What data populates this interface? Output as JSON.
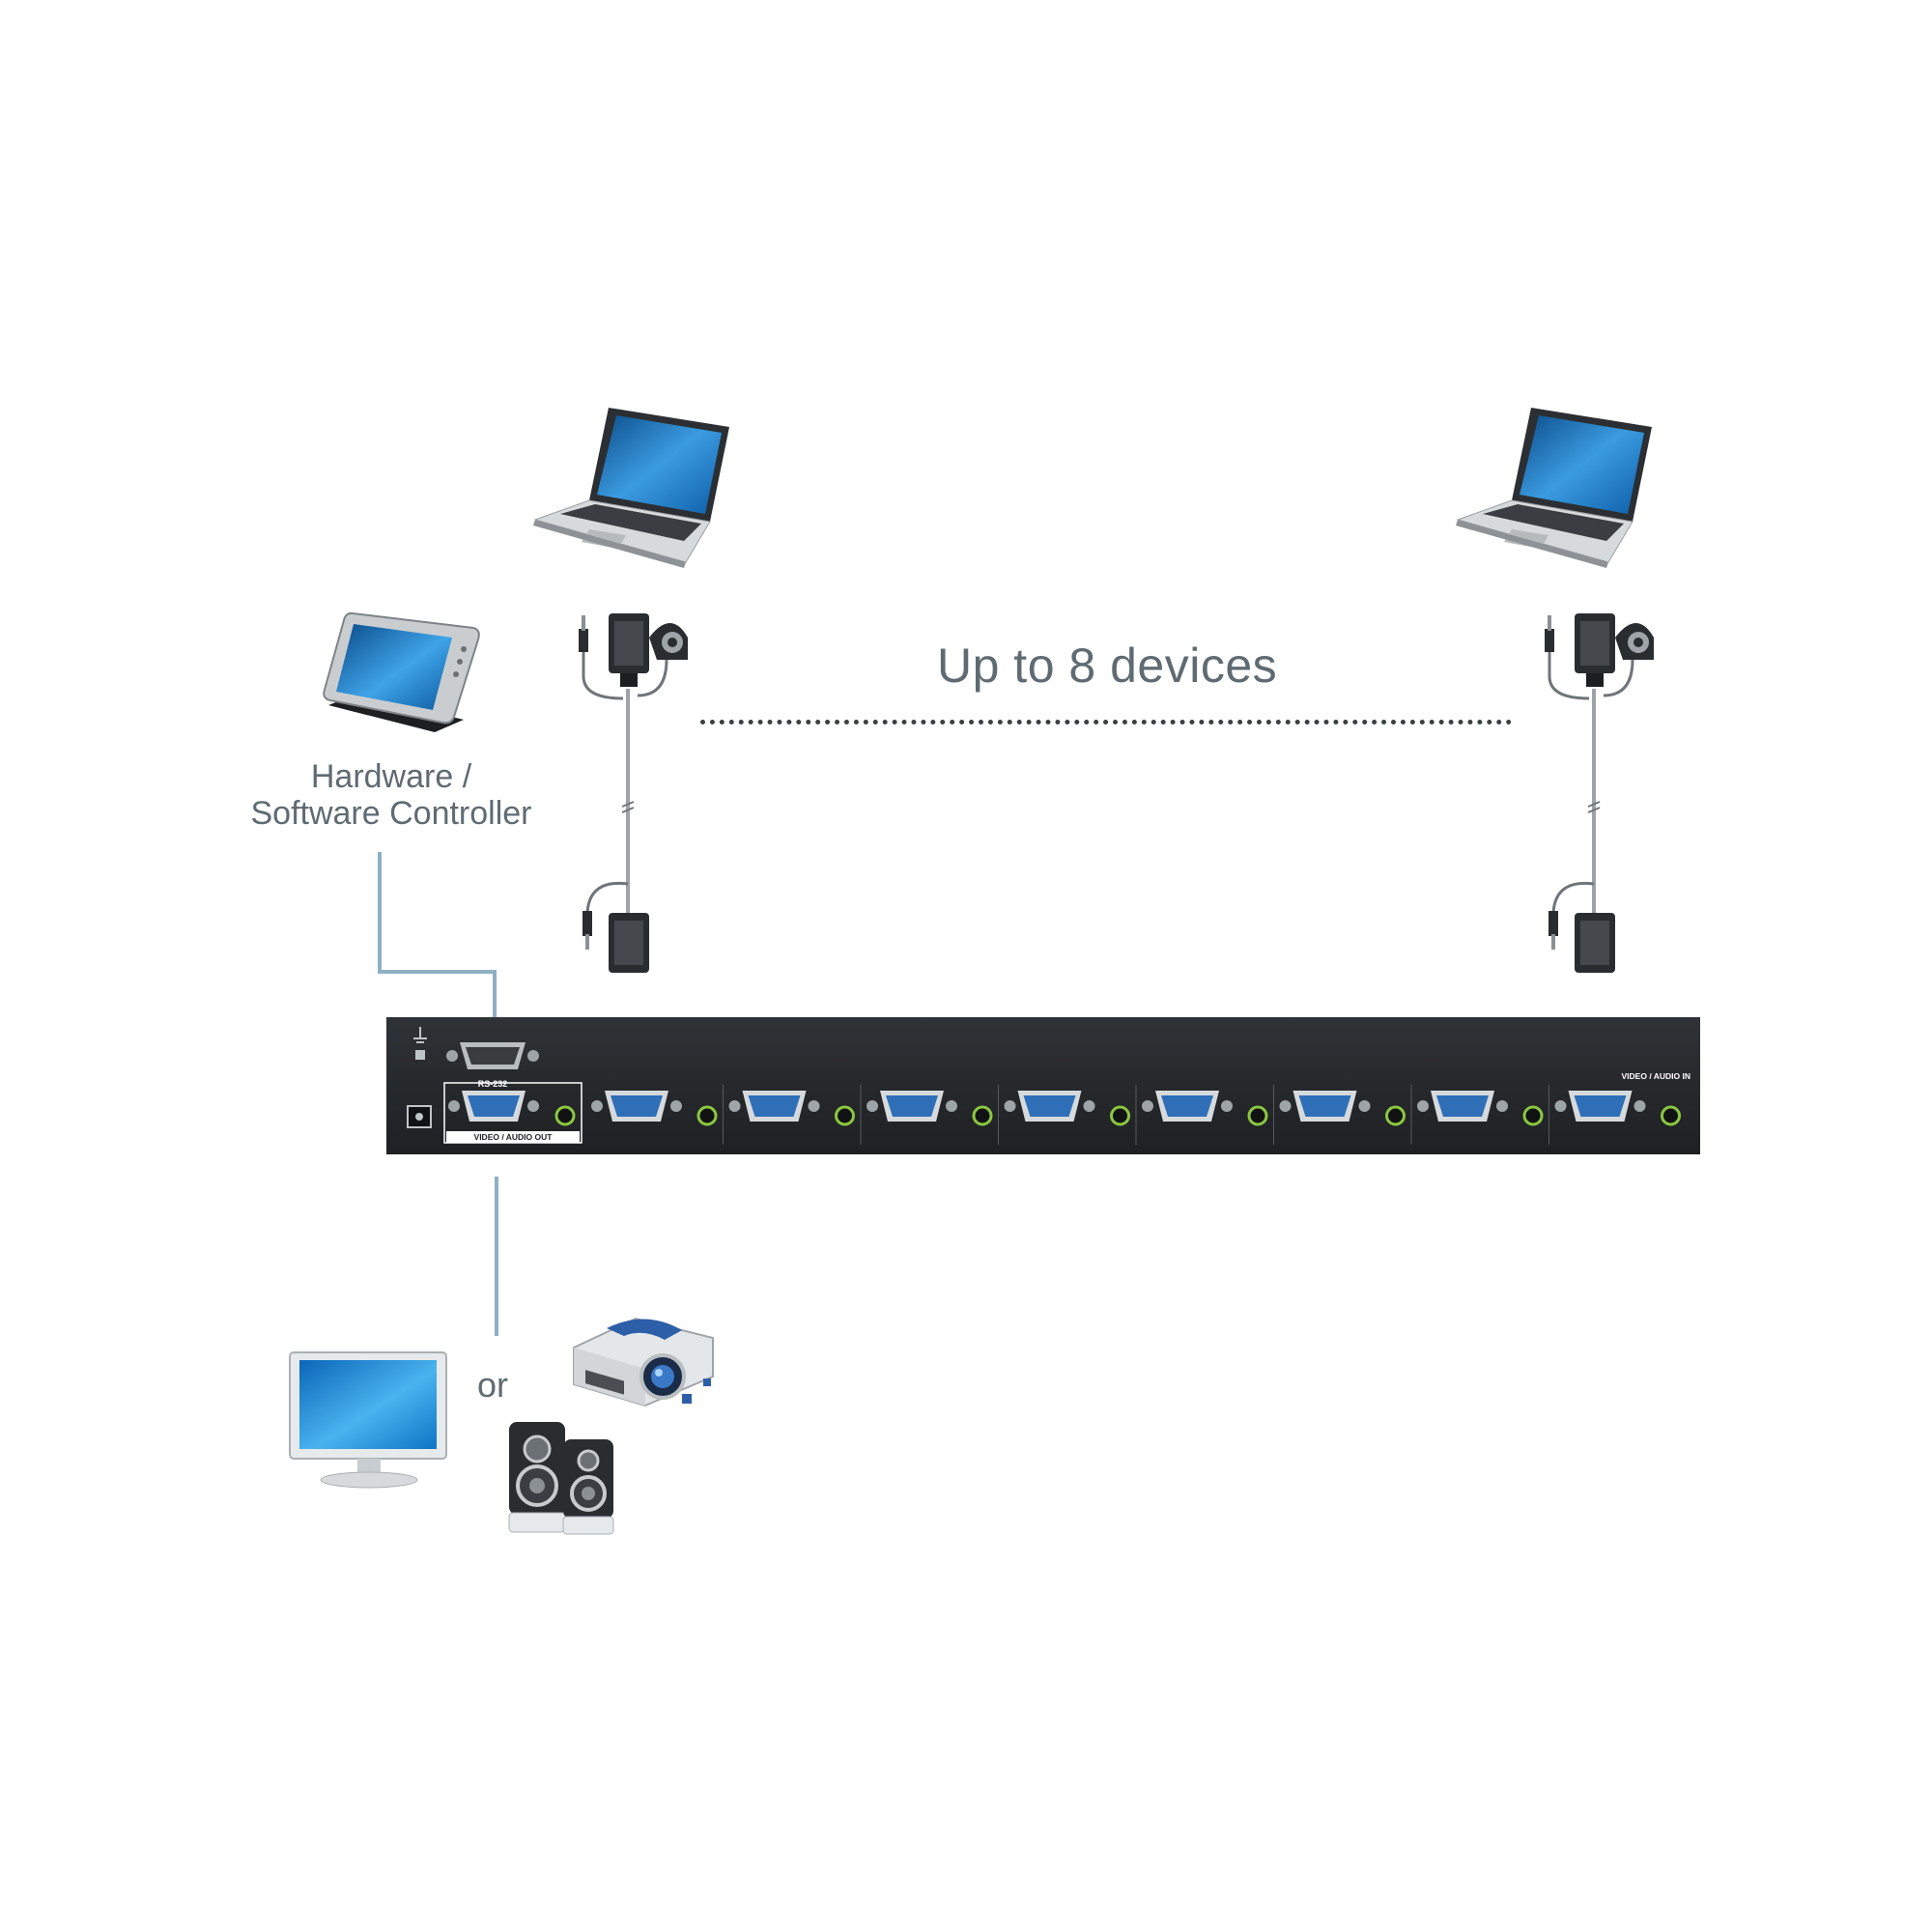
{
  "labels": {
    "devices_count": "Up to 8 devices",
    "controller_line1": "Hardware /",
    "controller_line2": "Software Controller",
    "or": "or"
  },
  "switch_panel": {
    "rs232_label": "RS-232",
    "output_label": "VIDEO / AUDIO OUT",
    "input_label": "VIDEO / AUDIO IN",
    "input_count": 8
  },
  "colors": {
    "panel": "#25282b",
    "connector_blue": "#2e6fb8",
    "audio_jack_ring": "#8cc63f",
    "link_line": "#8fb0c4",
    "dotted_line": "#3b3f42",
    "text": "#5f6b73"
  },
  "icons": {
    "source_devices": [
      "laptop-icon",
      "laptop-icon"
    ],
    "controller": "tablet-controller-icon",
    "outputs": [
      "monitor-icon",
      "projector-icon",
      "speakers-icon"
    ],
    "cables": [
      "vga-audio-cable-icon",
      "vga-audio-cable-icon"
    ]
  }
}
